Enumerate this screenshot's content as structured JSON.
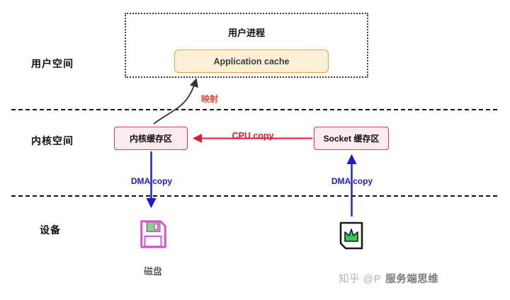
{
  "diagram": {
    "row_labels": {
      "user_space": "用户空间",
      "kernel_space": "内核空间",
      "device": "设备"
    },
    "user_process": {
      "title": "用户进程",
      "cache_label": "Application cache"
    },
    "kernel": {
      "kernel_buffer_label": "内核缓存区",
      "socket_buffer_label": "Socket 缓存区"
    },
    "arrows": {
      "mapping_label": "映射",
      "cpu_copy_label": "CPU copy",
      "dma_copy_left_label": "DMA copy",
      "dma_copy_right_label": "DMA copy"
    },
    "device": {
      "disk_label": "磁盘"
    },
    "icons": {
      "disk": "floppy-disk-icon",
      "network": "network-card-icon"
    },
    "colors": {
      "cache_fill": "#fdf0d9",
      "cache_border": "#e6a23c",
      "buffer_fill": "#fdeaee",
      "buffer_border": "#e23b55",
      "cpu_copy_red": "#e8192d",
      "dma_copy_blue": "#1b1bd6",
      "mapping_red": "#e8472d",
      "divider_black": "#111111",
      "floppy_magenta": "#d44fd4",
      "floppy_green": "#79e079",
      "nic_green": "#2ecc54"
    }
  },
  "watermark": {
    "prefix": "知乎 @P",
    "suffix": "服务端思维"
  }
}
